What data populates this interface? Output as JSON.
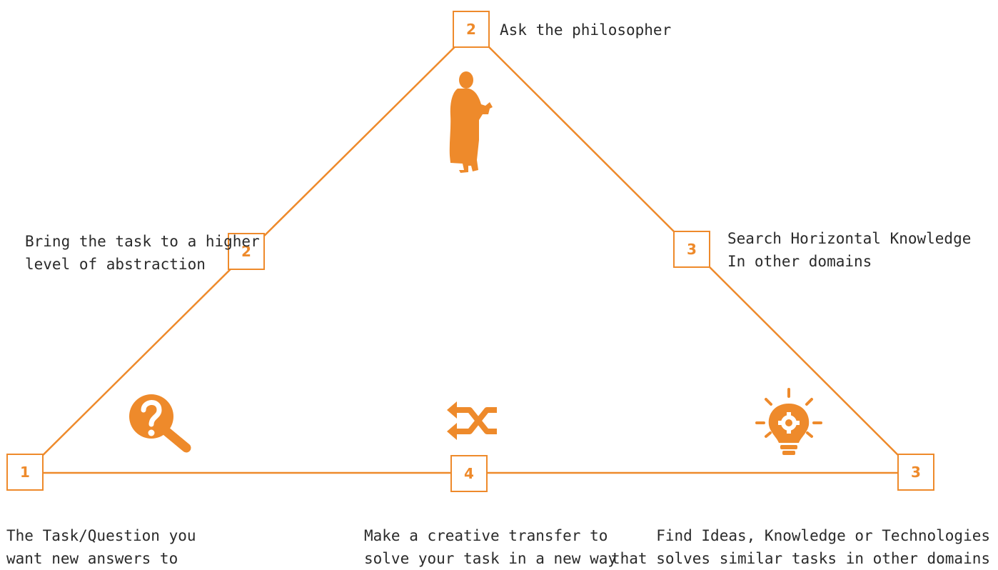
{
  "colors": {
    "accent": "#ee8a2b",
    "text": "#2a2a2a",
    "background": "#ffffff"
  },
  "nodes": {
    "top": {
      "number": "2",
      "label": "Ask the philosopher"
    },
    "left_mid": {
      "number": "2",
      "label_lines": [
        "Bring the task to a higher",
        "level of abstraction"
      ]
    },
    "right_mid": {
      "number": "3",
      "label_lines": [
        "Search Horizontal Knowledge",
        "In other domains"
      ]
    },
    "bottom_left": {
      "number": "1",
      "label_lines": [
        "The Task/Question you",
        "want new answers to"
      ]
    },
    "bottom_center": {
      "number": "4",
      "label_lines": [
        "Make a creative transfer to",
        "solve your task in a new way"
      ]
    },
    "bottom_right": {
      "number": "3",
      "label_lines": [
        "Find Ideas, Knowledge or Technologies",
        "that solves similar tasks in other domains"
      ]
    }
  },
  "icons": {
    "philosopher": "philosopher-silhouette-icon",
    "search": "question-magnifier-icon",
    "transfer": "shuffle-arrows-icon",
    "idea": "lightbulb-gear-icon"
  }
}
